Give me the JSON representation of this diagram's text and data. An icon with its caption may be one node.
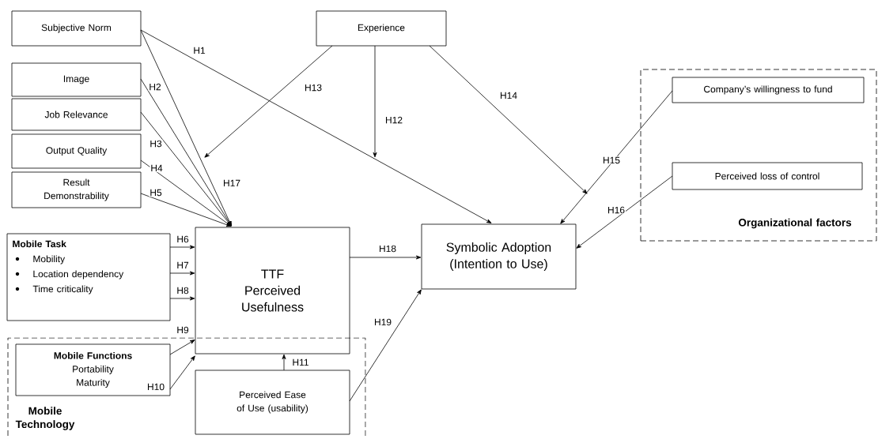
{
  "diagram": {
    "nodes": [
      {
        "text": [
          "Subjective Norm"
        ]
      },
      {
        "text": [
          "Experience"
        ]
      },
      {
        "text": [
          "Image"
        ]
      },
      {
        "text": [
          "Job Relevance"
        ]
      },
      {
        "text": [
          "Output Quality"
        ]
      },
      {
        "text": [
          "Result Demonstrability"
        ]
      },
      {
        "text": [
          "Organizational factors"
        ]
      },
      {
        "text": [
          "Company’s willingness to fund"
        ],
        "in": 6
      },
      {
        "text": [
          "Perceived loss of control"
        ],
        "in": 6
      },
      {
        "text": [
          "Mobile Task",
          "Mobility",
          "Location dependency",
          "Time criticality"
        ]
      },
      {
        "text": [
          "TTF",
          "Perceived Usefulness"
        ]
      },
      {
        "text": [
          "Symbolic Adoption (Intention to Use)"
        ]
      },
      {
        "text": [
          "Mobile Technology"
        ]
      },
      {
        "text": [
          "Mobile Functions",
          "Portability",
          "Maturity"
        ],
        "in": 12
      },
      {
        "text": [
          "Perceived Ease of Use (usability)"
        ],
        "in": 12
      }
    ],
    "edges": [
      {
        "from": 0,
        "to": 11,
        "arrow": "to",
        "label": "H1"
      },
      {
        "from": 0,
        "to": 10,
        "arrow": "to",
        "label": "H17"
      },
      {
        "from": 2,
        "to": 10,
        "arrow": "to",
        "label": "H2"
      },
      {
        "from": 3,
        "to": 10,
        "arrow": "to",
        "label": "H3"
      },
      {
        "from": 4,
        "to": 10,
        "arrow": "to",
        "label": "H4"
      },
      {
        "from": 5,
        "to": 10,
        "arrow": "to",
        "label": "H5"
      },
      {
        "from": 9,
        "to": 10,
        "arrow": "to",
        "label": "H6"
      },
      {
        "from": 9,
        "to": 10,
        "arrow": "to",
        "label": "H7"
      },
      {
        "from": 9,
        "to": 10,
        "arrow": "to",
        "label": "H8"
      },
      {
        "from": 13,
        "to": 10,
        "arrow": "to",
        "label": "H9"
      },
      {
        "from": 13,
        "to": 10,
        "arrow": "to",
        "label": "H10"
      },
      {
        "from": 14,
        "to": 10,
        "arrow": "to",
        "label": "H11"
      },
      {
        "from": 10,
        "to": 11,
        "arrow": "to",
        "label": "H18"
      },
      {
        "from": 14,
        "to": 11,
        "arrow": "to",
        "label": "H19"
      },
      {
        "from": 7,
        "to": 11,
        "arrow": "to",
        "label": "H15"
      },
      {
        "from": 8,
        "to": 11,
        "arrow": "to",
        "label": "H16"
      },
      {
        "from": 1,
        "to": null,
        "arrow": "to",
        "label": "H12"
      },
      {
        "from": 1,
        "to": null,
        "arrow": "to",
        "label": "H13"
      },
      {
        "from": 1,
        "to": null,
        "arrow": "to",
        "label": "H14"
      }
    ]
  }
}
